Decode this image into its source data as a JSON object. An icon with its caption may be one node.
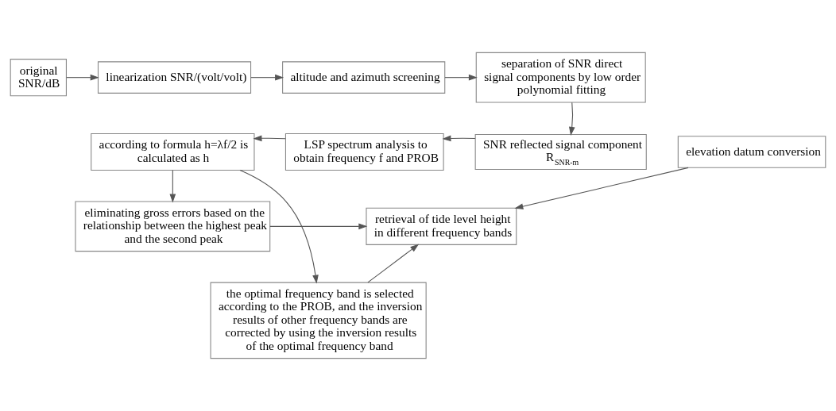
{
  "diagram": {
    "nodes": [
      {
        "text": [
          "original SNR/dB"
        ]
      },
      {
        "text": [
          "linearization SNR/(volt/volt)"
        ]
      },
      {
        "text": [
          "altitude and azimuth screening"
        ]
      },
      {
        "text": [
          "separation of SNR direct signal components by low order polynomial fitting"
        ]
      },
      {
        "text": [
          "SNR reflected signal component R$_{SNR-m}$"
        ]
      },
      {
        "text": [
          "LSP spectrum analysis to obtain frequency f and PROB"
        ]
      },
      {
        "text": [
          "according to formula h=λf/2 is calculated as h"
        ]
      },
      {
        "text": [
          "eliminating gross errors based on the relationship between the highest peak and the second peak"
        ]
      },
      {
        "text": [
          "the optimal frequency band is selected according to the PROB, and the inversion results of other frequency bands are corrected by using the inversion results of the optimal frequency band"
        ]
      },
      {
        "text": [
          "elevation datum conversion"
        ]
      },
      {
        "text": [
          "retrieval of tide level height in different frequency bands"
        ]
      }
    ],
    "edges": [
      {
        "from": 0,
        "to": 1,
        "arrow": "to"
      },
      {
        "from": 1,
        "to": 2,
        "arrow": "to"
      },
      {
        "from": 2,
        "to": 3,
        "arrow": "to"
      },
      {
        "from": 3,
        "to": 4,
        "arrow": "to"
      },
      {
        "from": 4,
        "to": 5,
        "arrow": "to"
      },
      {
        "from": 5,
        "to": 6,
        "arrow": "to"
      },
      {
        "from": 6,
        "to": 7,
        "arrow": "to"
      },
      {
        "from": 6,
        "to": 8,
        "arrow": "to"
      },
      {
        "from": 7,
        "to": 10,
        "arrow": "to"
      },
      {
        "from": 8,
        "to": 10,
        "arrow": "to"
      },
      {
        "from": 9,
        "to": 10,
        "arrow": "to"
      }
    ]
  }
}
